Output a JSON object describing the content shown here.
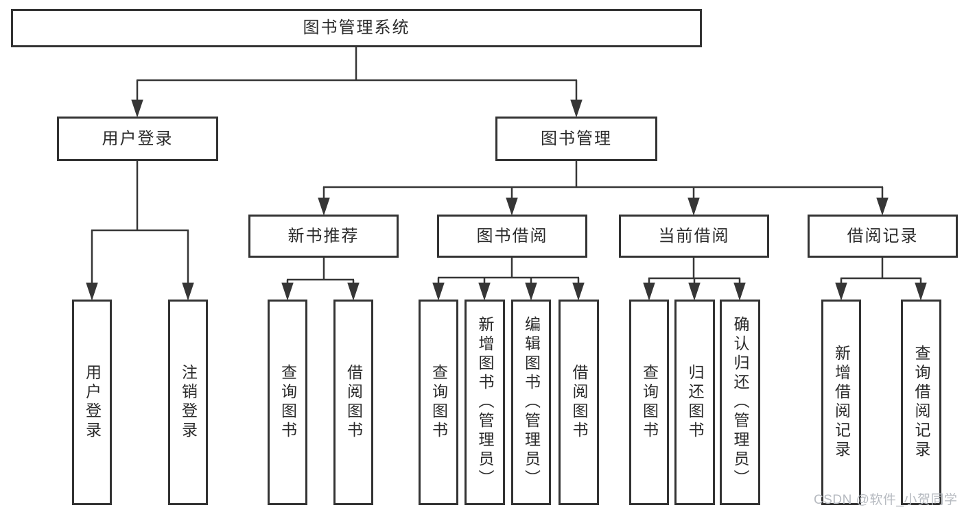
{
  "diagram": {
    "root": {
      "label": "图书管理系统"
    },
    "level2": [
      {
        "label": "用户登录"
      },
      {
        "label": "图书管理"
      }
    ],
    "level3": [
      {
        "label": "新书推荐",
        "parent": "图书管理"
      },
      {
        "label": "图书借阅",
        "parent": "图书管理"
      },
      {
        "label": "当前借阅",
        "parent": "图书管理"
      },
      {
        "label": "借阅记录",
        "parent": "图书管理"
      }
    ],
    "leaves": [
      {
        "label": "用户登录",
        "parent": "用户登录"
      },
      {
        "label": "注销登录",
        "parent": "用户登录"
      },
      {
        "label": "查询图书",
        "parent": "新书推荐"
      },
      {
        "label": "借阅图书",
        "parent": "新书推荐"
      },
      {
        "label": "查询图书",
        "parent": "图书借阅"
      },
      {
        "label": "新增图书（管理员）",
        "parent": "图书借阅"
      },
      {
        "label": "编辑图书（管理员）",
        "parent": "图书借阅"
      },
      {
        "label": "借阅图书",
        "parent": "图书借阅"
      },
      {
        "label": "查询图书",
        "parent": "当前借阅"
      },
      {
        "label": "归还图书",
        "parent": "当前借阅"
      },
      {
        "label": "确认归还（管理员）",
        "parent": "当前借阅"
      },
      {
        "label": "新增借阅记录",
        "parent": "借阅记录"
      },
      {
        "label": "查询借阅记录",
        "parent": "借阅记录"
      }
    ]
  },
  "watermark": {
    "text": "CSDN @软件_小贺同学"
  },
  "colors": {
    "line": "#363636",
    "border": "#333333",
    "text": "#2b2b2b",
    "box_background": "#ffffff",
    "watermark": "#b6bac0"
  }
}
